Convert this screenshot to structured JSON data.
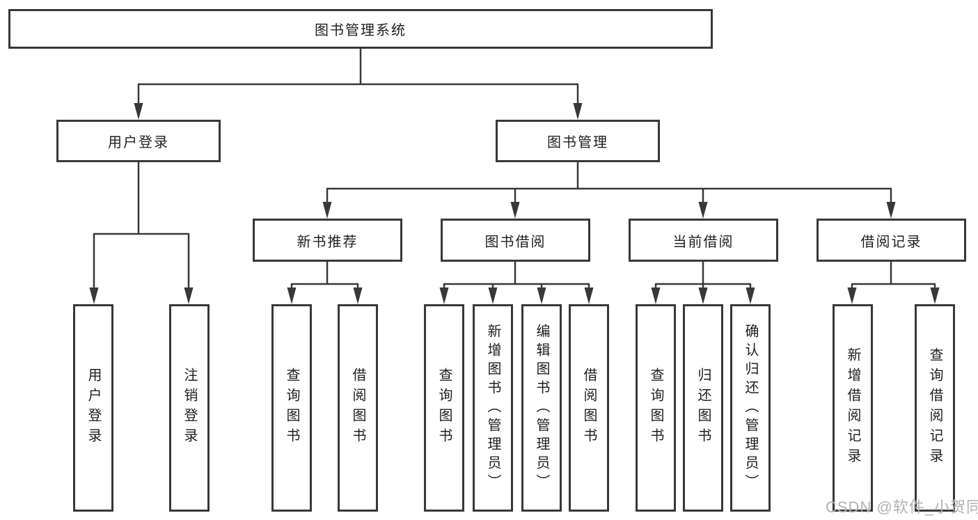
{
  "tree": {
    "root": {
      "label": "图书管理系统",
      "children": [
        {
          "label": "用户登录",
          "children": [
            {
              "label": "用户登录"
            },
            {
              "label": "注销登录"
            }
          ]
        },
        {
          "label": "图书管理",
          "children": [
            {
              "label": "新书推荐",
              "children": [
                {
                  "label": "查询图书"
                },
                {
                  "label": "借阅图书"
                }
              ]
            },
            {
              "label": "图书借阅",
              "children": [
                {
                  "label": "查询图书"
                },
                {
                  "label": "新增图书（管理员）"
                },
                {
                  "label": "编辑图书（管理员）"
                },
                {
                  "label": "借阅图书"
                }
              ]
            },
            {
              "label": "当前借阅",
              "children": [
                {
                  "label": "查询图书"
                },
                {
                  "label": "归还图书"
                },
                {
                  "label": "确认归还（管理员）"
                }
              ]
            },
            {
              "label": "借阅记录",
              "children": [
                {
                  "label": "新增借阅记录"
                },
                {
                  "label": "查询借阅记录"
                }
              ]
            }
          ]
        }
      ]
    }
  },
  "watermark": {
    "text": "CSDN @软件_小贺同学",
    "color": "#b3b0b0"
  },
  "colors": {
    "line": "#383838",
    "box_border": "#383838",
    "text": "#1f1f1f",
    "background": "#ffffff"
  }
}
